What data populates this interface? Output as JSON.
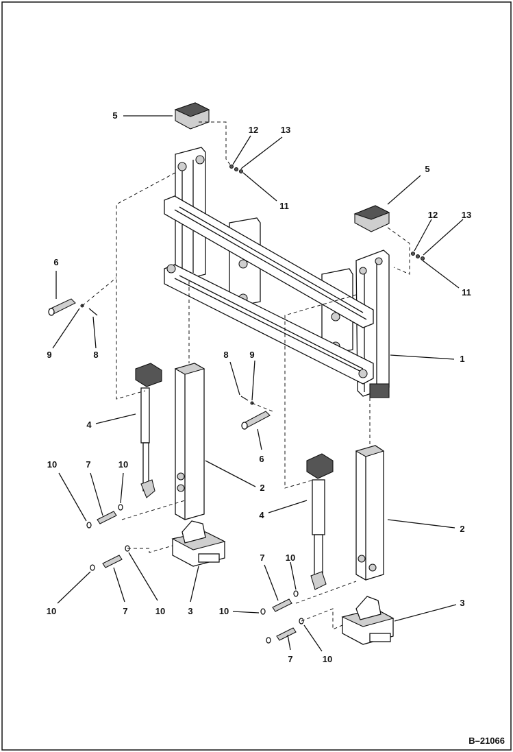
{
  "drawing_ref": "B–21066",
  "callouts": [
    {
      "id": "c5a",
      "text": "5"
    },
    {
      "id": "c12a",
      "text": "12"
    },
    {
      "id": "c13a",
      "text": "13"
    },
    {
      "id": "c11a",
      "text": "11"
    },
    {
      "id": "c5b",
      "text": "5"
    },
    {
      "id": "c12b",
      "text": "12"
    },
    {
      "id": "c13b",
      "text": "13"
    },
    {
      "id": "c11b",
      "text": "11"
    },
    {
      "id": "c6a",
      "text": "6"
    },
    {
      "id": "c9a",
      "text": "9"
    },
    {
      "id": "c8a",
      "text": "8"
    },
    {
      "id": "c8b",
      "text": "8"
    },
    {
      "id": "c9b",
      "text": "9"
    },
    {
      "id": "c1",
      "text": "1"
    },
    {
      "id": "c6b",
      "text": "6"
    },
    {
      "id": "c4a",
      "text": "4"
    },
    {
      "id": "c2a",
      "text": "2"
    },
    {
      "id": "c10a",
      "text": "10"
    },
    {
      "id": "c7a",
      "text": "7"
    },
    {
      "id": "c10b",
      "text": "10"
    },
    {
      "id": "c4b",
      "text": "4"
    },
    {
      "id": "c2b",
      "text": "2"
    },
    {
      "id": "c10c",
      "text": "10"
    },
    {
      "id": "c7b",
      "text": "7"
    },
    {
      "id": "c10d",
      "text": "10"
    },
    {
      "id": "c3a",
      "text": "3"
    },
    {
      "id": "c7c",
      "text": "7"
    },
    {
      "id": "c10e",
      "text": "10"
    },
    {
      "id": "c10f",
      "text": "10"
    },
    {
      "id": "c3b",
      "text": "3"
    },
    {
      "id": "c7d",
      "text": "7"
    },
    {
      "id": "c10g",
      "text": "10"
    }
  ]
}
